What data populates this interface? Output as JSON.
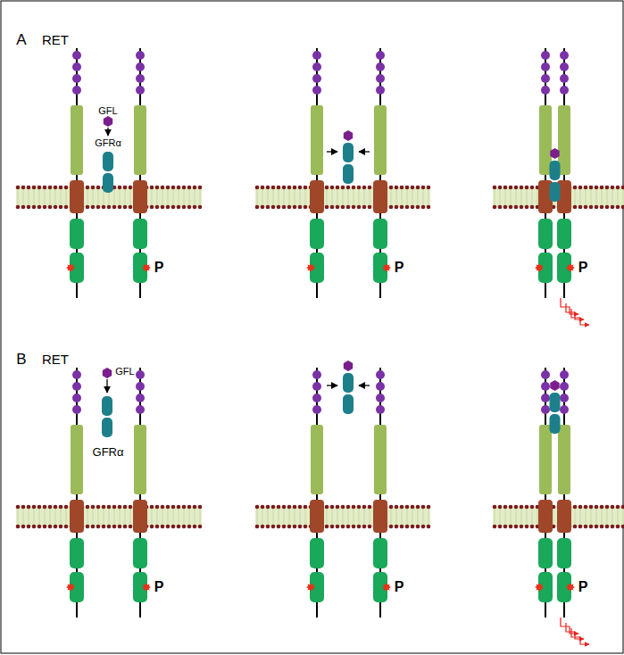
{
  "diagram": {
    "labels": [
      "A",
      "RET",
      "GFL",
      "GFRα",
      "P",
      "P",
      "P",
      "B",
      "RET",
      "GFL",
      "GFRα",
      "P",
      "P",
      "P"
    ]
  }
}
